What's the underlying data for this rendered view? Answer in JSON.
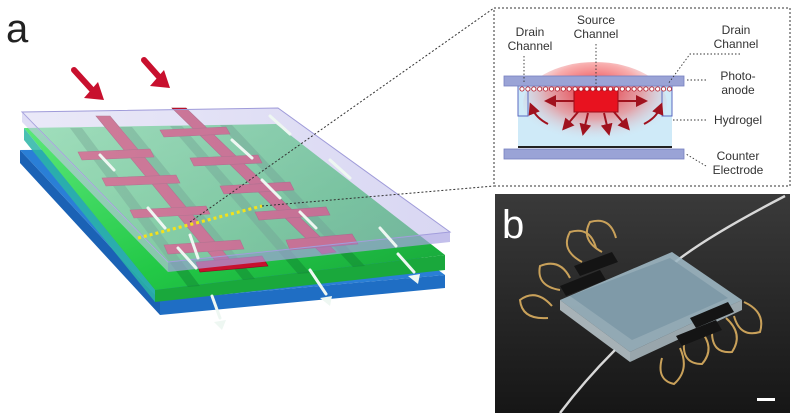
{
  "panel_a": {
    "letter": "a"
  },
  "inset": {
    "labels": {
      "drain_left_1": "Drain",
      "drain_left_2": "Channel",
      "source_1": "Source",
      "source_2": "Channel",
      "drain_right_1": "Drain",
      "drain_right_2": "Channel",
      "photo_1": "Photo-",
      "photo_2": "anode",
      "hydrogel": "Hydrogel",
      "counter_1": "Counter",
      "counter_2": "Electrode"
    }
  },
  "panel_b": {
    "letter": "b"
  },
  "colors": {
    "channel_red": "#c8102e",
    "hydrogel_green": "#22d14c",
    "substrate_blue": "#2a7fd6",
    "glass": "#b7b4e6",
    "inset_plate": "#9aa3d6",
    "inset_gel": "#cfeaf8"
  }
}
